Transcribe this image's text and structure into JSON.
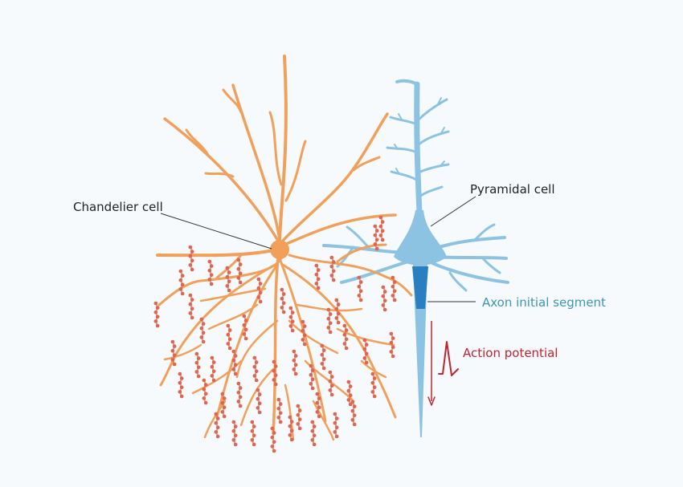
{
  "labels": {
    "chandelier": "Chandelier cell",
    "pyramidal": "Pyramidal cell",
    "ais": "Axon initial segment",
    "ap": "Action potential"
  },
  "colors": {
    "background": "#f6fafc",
    "chandelier": "#f0a05a",
    "cartridge": "#e0644e",
    "pyramidal": "#8cc3e2",
    "ais": "#2a7fc0",
    "ais_label": "#3e93be",
    "action_potential": "#c0242f",
    "text": "#222222",
    "leader": "#333333"
  }
}
